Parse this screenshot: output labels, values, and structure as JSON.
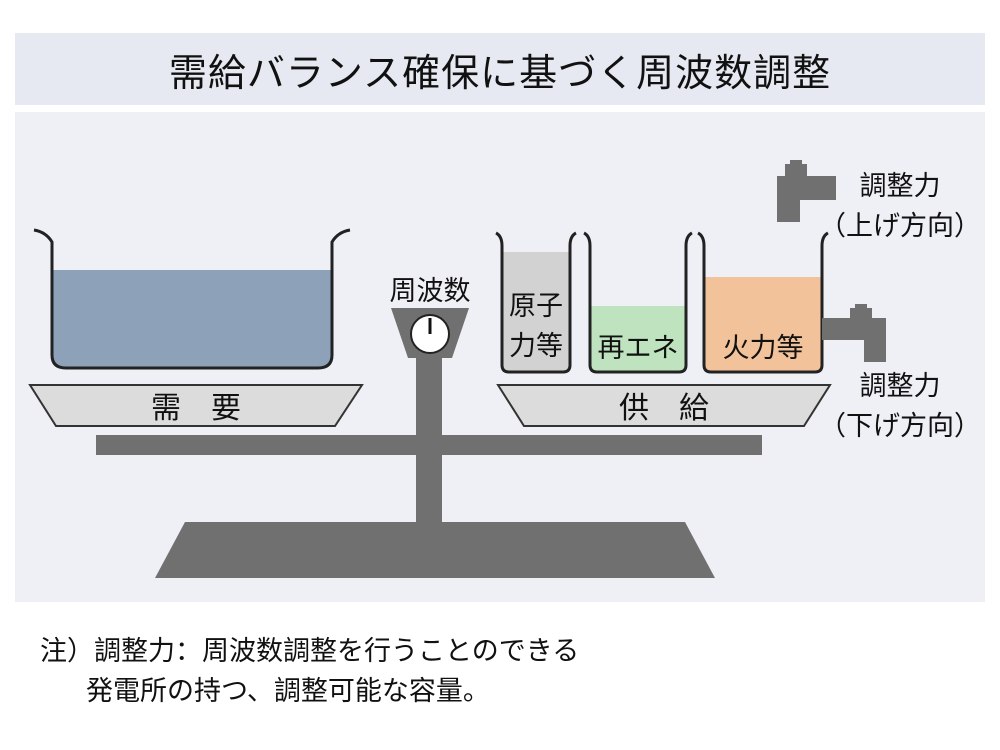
{
  "title": "需給バランス確保に基づく周波数調整",
  "scale": {
    "gauge_label": "周波数",
    "demand_label": "需　要",
    "supply_label": "供　給"
  },
  "supply_sources": [
    {
      "label_line1": "原子",
      "label_line2": "力等",
      "fill_color": "#d2d2d2",
      "fill_level": 0.82
    },
    {
      "label": "再エネ",
      "fill_color": "#bfe3bf",
      "fill_level": 0.45
    },
    {
      "label": "火力等",
      "fill_color": "#f2c39a",
      "fill_level": 0.7
    }
  ],
  "demand_fill_color": "#8da1b9",
  "adjust_up": {
    "line1": "調整力",
    "line2": "（上げ方向）"
  },
  "adjust_down": {
    "line1": "調整力",
    "line2": "（下げ方向）"
  },
  "note": {
    "line1": "注）調整力：周波数調整を行うことのできる",
    "line2": "発電所の持つ、調整可能な容量。"
  },
  "colors": {
    "title_bg": "#e6e9f1",
    "panel_bg": "#eef0f6",
    "structure_gray": "#707070",
    "dark_outline": "#333333"
  }
}
